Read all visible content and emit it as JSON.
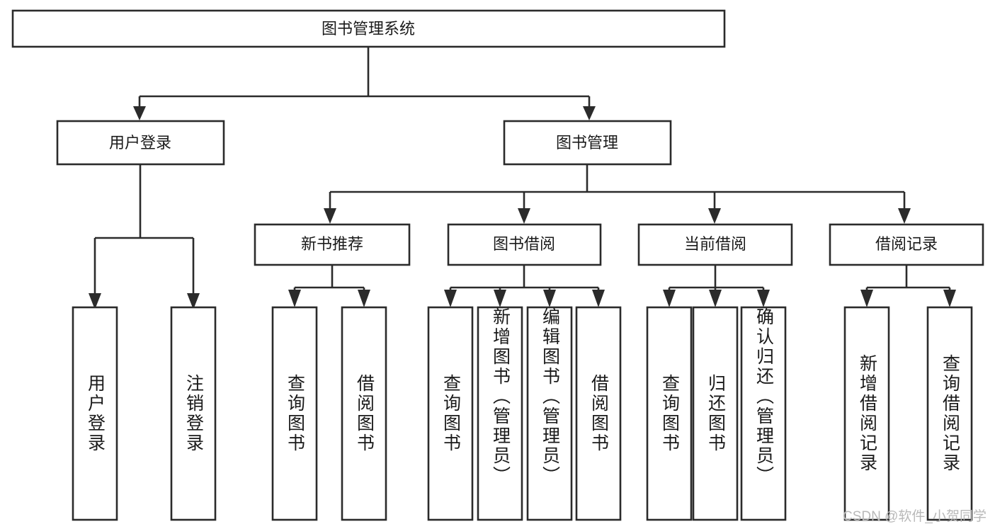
{
  "diagram": {
    "title": "图书管理系统",
    "type": "hierarchy-tree",
    "orientation": "top-down",
    "colors": {
      "box_fill": "#ffffff",
      "box_stroke": "#2b2b2b",
      "text": "#1a1a1a",
      "background": "#ffffff",
      "watermark": "#b9b9b9"
    },
    "root": {
      "label": "图书管理系统"
    },
    "level2": [
      {
        "label": "用户登录"
      },
      {
        "label": "图书管理"
      }
    ],
    "level3": [
      {
        "label": "新书推荐"
      },
      {
        "label": "图书借阅"
      },
      {
        "label": "当前借阅"
      },
      {
        "label": "借阅记录"
      }
    ],
    "leaves": {
      "user_login": [
        "用户登录",
        "注销登录"
      ],
      "new_book_recommend": [
        "查询图书",
        "借阅图书"
      ],
      "book_borrow": [
        "查询图书",
        "新增图书（管理员）",
        "编辑图书（管理员）",
        "借阅图书"
      ],
      "current_borrow": [
        "查询图书",
        "归还图书",
        "确认归还（管理员）"
      ],
      "borrow_record": [
        "新增借阅记录",
        "查询借阅记录"
      ]
    }
  },
  "watermark": {
    "text": "CSDN @软件_小贺同学"
  }
}
